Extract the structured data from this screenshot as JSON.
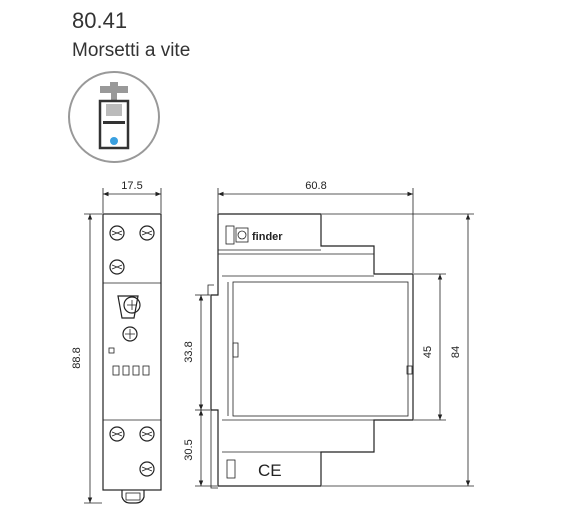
{
  "product": {
    "code": "80.41",
    "terminal_type": "Morsetti a vite"
  },
  "icon": {
    "name": "screw-terminal-icon",
    "accent_color": "#3aa0e0"
  },
  "dimensions": {
    "front_width": "17.5",
    "front_height": "88.8",
    "side_depth": "60.8",
    "upper_offset": "33.8",
    "lower_offset": "30.5",
    "mid_height": "45",
    "overall_height": "84"
  },
  "labels": {
    "brand": "finder",
    "ce_mark": "CE"
  }
}
